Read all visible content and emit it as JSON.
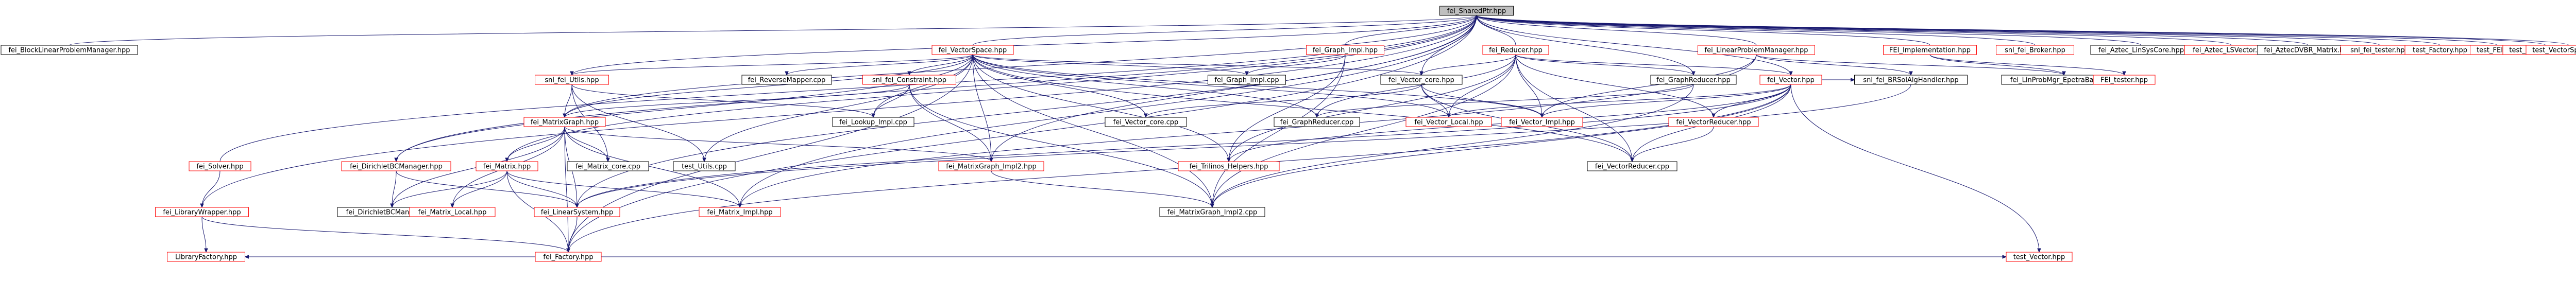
{
  "diagram": {
    "kind": "dependency-graph",
    "colors": {
      "background": "#ffffff",
      "edge": "#191970",
      "default_border": "#000000",
      "external_border": "#ff0000",
      "root_fill": "#bfbfbf",
      "node_fill": "#ffffff",
      "text": "#000000"
    },
    "nodes": [
      {
        "id": "shared",
        "label": "fei_SharedPtr.hpp",
        "root": true,
        "external": false
      },
      {
        "id": "blocklp",
        "label": "fei_BlockLinearProblemManager.hpp",
        "external": false
      },
      {
        "id": "solver",
        "label": "fei_Solver.hpp",
        "external": true
      },
      {
        "id": "libwrap",
        "label": "fei_LibraryWrapper.hpp",
        "external": true
      },
      {
        "id": "libfact",
        "label": "LibraryFactory.hpp",
        "external": true
      },
      {
        "id": "vecspace",
        "label": "fei_VectorSpace.hpp",
        "external": true
      },
      {
        "id": "utils",
        "label": "snl_fei_Utils.hpp",
        "external": true
      },
      {
        "id": "matgraph",
        "label": "fei_MatrixGraph.hpp",
        "external": true
      },
      {
        "id": "dirbc",
        "label": "fei_DirichletBCManager.hpp",
        "external": true
      },
      {
        "id": "dirbccpp",
        "label": "fei_DirichletBCManager.cpp",
        "external": false
      },
      {
        "id": "matrixh",
        "label": "fei_Matrix.hpp",
        "external": true
      },
      {
        "id": "matlocal",
        "label": "fei_Matrix_Local.hpp",
        "external": true
      },
      {
        "id": "linsys",
        "label": "fei_LinearSystem.hpp",
        "external": true
      },
      {
        "id": "factory",
        "label": "fei_Factory.hpp",
        "external": true
      },
      {
        "id": "matcore",
        "label": "fei_Matrix_core.cpp",
        "external": false
      },
      {
        "id": "testutils",
        "label": "test_Utils.cpp",
        "external": false
      },
      {
        "id": "revmap",
        "label": "fei_ReverseMapper.cpp",
        "external": false
      },
      {
        "id": "constraint",
        "label": "snl_fei_Constraint.hpp",
        "external": true
      },
      {
        "id": "lookupimpl",
        "label": "fei_Lookup_Impl.cpp",
        "external": false
      },
      {
        "id": "matimpl",
        "label": "fei_Matrix_Impl.hpp",
        "external": true
      },
      {
        "id": "mgimpl2h",
        "label": "fei_MatrixGraph_Impl2.hpp",
        "external": true
      },
      {
        "id": "mgimpl2c",
        "label": "fei_MatrixGraph_Impl2.cpp",
        "external": false
      },
      {
        "id": "graphimplh",
        "label": "fei_Graph_Impl.hpp",
        "external": true
      },
      {
        "id": "graphimplc",
        "label": "fei_Graph_Impl.cpp",
        "external": false
      },
      {
        "id": "reducer",
        "label": "fei_Reducer.hpp",
        "external": true
      },
      {
        "id": "veccoreh",
        "label": "fei_Vector_core.hpp",
        "external": false
      },
      {
        "id": "veccorec",
        "label": "fei_Vector_core.cpp",
        "external": false
      },
      {
        "id": "graphredc",
        "label": "fei_GraphReducer.cpp",
        "external": false
      },
      {
        "id": "veclocal",
        "label": "fei_Vector_Local.hpp",
        "external": true
      },
      {
        "id": "vecimpl",
        "label": "fei_Vector_Impl.hpp",
        "external": true
      },
      {
        "id": "trilinos",
        "label": "fei_Trilinos_Helpers.hpp",
        "external": true
      },
      {
        "id": "graphredh",
        "label": "fei_GraphReducer.hpp",
        "external": false
      },
      {
        "id": "vectorh",
        "label": "fei_Vector.hpp",
        "external": true
      },
      {
        "id": "vecredh",
        "label": "fei_VectorReducer.hpp",
        "external": true
      },
      {
        "id": "vecredc",
        "label": "fei_VectorReducer.cpp",
        "external": false
      },
      {
        "id": "brsolap",
        "label": "snl_fei_BRSolAlgHandler.hpp",
        "external": false
      },
      {
        "id": "linprobmgr",
        "label": "fei_LinearProblemManager.hpp",
        "external": true
      },
      {
        "id": "feiimpl",
        "label": "FEI_Implementation.hpp",
        "external": true
      },
      {
        "id": "lsc_ep",
        "label": "fei_LinProbMgr_EpetraBasic.hpp",
        "external": false
      },
      {
        "id": "feitester",
        "label": "FEI_tester.hpp",
        "external": true
      },
      {
        "id": "testvec",
        "label": "test_Vector.hpp",
        "external": true
      },
      {
        "id": "snlbroker",
        "label": "snl_fei_Broker.hpp",
        "external": true
      },
      {
        "id": "azlsc",
        "label": "fei_Aztec_LinSysCore.hpp",
        "external": false
      },
      {
        "id": "azlvec",
        "label": "fei_Aztec_LSVector.hpp",
        "external": true
      },
      {
        "id": "azdvbr",
        "label": "fei_AztecDVBR_Matrix.hpp",
        "external": false
      },
      {
        "id": "snltester",
        "label": "snl_fei_tester.hpp",
        "external": true
      },
      {
        "id": "testfactory",
        "label": "test_Factory.hpp",
        "external": true
      },
      {
        "id": "testfei",
        "label": "test_FEI.hpp",
        "external": true
      },
      {
        "id": "testmg",
        "label": "test_MatrixGraph.hpp",
        "external": true
      },
      {
        "id": "testvs",
        "label": "test_VectorSpace.hpp",
        "external": true
      }
    ],
    "edges": [
      [
        "blocklp",
        "shared"
      ],
      [
        "solver",
        "shared"
      ],
      [
        "vecspace",
        "shared"
      ],
      [
        "utils",
        "shared"
      ],
      [
        "matgraph",
        "shared"
      ],
      [
        "dirbc",
        "shared"
      ],
      [
        "matrixh",
        "shared"
      ],
      [
        "linsys",
        "shared"
      ],
      [
        "factory",
        "shared"
      ],
      [
        "libwrap",
        "shared"
      ],
      [
        "graphimplh",
        "shared"
      ],
      [
        "reducer",
        "shared"
      ],
      [
        "linprobmgr",
        "shared"
      ],
      [
        "feiimpl",
        "shared"
      ],
      [
        "snlbroker",
        "shared"
      ],
      [
        "azlsc",
        "shared"
      ],
      [
        "azlvec",
        "shared"
      ],
      [
        "azdvbr",
        "shared"
      ],
      [
        "snltester",
        "shared"
      ],
      [
        "testfactory",
        "shared"
      ],
      [
        "testfei",
        "shared"
      ],
      [
        "testmg",
        "shared"
      ],
      [
        "testvs",
        "shared"
      ],
      [
        "vectorh",
        "shared"
      ],
      [
        "graphredh",
        "shared"
      ],
      [
        "veccoreh",
        "shared"
      ],
      [
        "mgimpl2h",
        "shared"
      ],
      [
        "matimpl",
        "shared"
      ],
      [
        "solver",
        "libwrap"
      ],
      [
        "libwrap",
        "factory"
      ],
      [
        "libwrap",
        "libfact"
      ],
      [
        "factory",
        "libfact"
      ],
      [
        "factory",
        "testvec"
      ],
      [
        "vecspace",
        "utils"
      ],
      [
        "vecspace",
        "matgraph"
      ],
      [
        "vecspace",
        "constraint"
      ],
      [
        "vecspace",
        "revmap"
      ],
      [
        "vecspace",
        "lookupimpl"
      ],
      [
        "vecspace",
        "graphimplc"
      ],
      [
        "vecspace",
        "veccoreh"
      ],
      [
        "vecspace",
        "veccorec"
      ],
      [
        "vecspace",
        "graphredc"
      ],
      [
        "vecspace",
        "veclocal"
      ],
      [
        "vecspace",
        "vecimpl"
      ],
      [
        "vecspace",
        "trilinos"
      ],
      [
        "vecspace",
        "mgimpl2h"
      ],
      [
        "vecspace",
        "mgimpl2c"
      ],
      [
        "vecspace",
        "factory"
      ],
      [
        "vecspace",
        "testutils"
      ],
      [
        "vecspace",
        "dirbc"
      ],
      [
        "vecspace",
        "vecredc"
      ],
      [
        "utils",
        "matgraph"
      ],
      [
        "utils",
        "testutils"
      ],
      [
        "utils",
        "matcore"
      ],
      [
        "utils",
        "lookupimpl"
      ],
      [
        "constraint",
        "matgraph"
      ],
      [
        "constraint",
        "lookupimpl"
      ],
      [
        "constraint",
        "mgimpl2h"
      ],
      [
        "constraint",
        "mgimpl2c"
      ],
      [
        "matgraph",
        "matcore"
      ],
      [
        "matgraph",
        "matrixh"
      ],
      [
        "matgraph",
        "linsys"
      ],
      [
        "matgraph",
        "matimpl"
      ],
      [
        "matgraph",
        "mgimpl2h"
      ],
      [
        "matgraph",
        "matlocal"
      ],
      [
        "matgraph",
        "factory"
      ],
      [
        "matgraph",
        "dirbccpp"
      ],
      [
        "dirbc",
        "dirbccpp"
      ],
      [
        "dirbc",
        "linsys"
      ],
      [
        "matrixh",
        "matlocal"
      ],
      [
        "matrixh",
        "linsys"
      ],
      [
        "matrixh",
        "matimpl"
      ],
      [
        "matrixh",
        "factory"
      ],
      [
        "matrixh",
        "dirbccpp"
      ],
      [
        "linsys",
        "factory"
      ],
      [
        "mgimpl2h",
        "mgimpl2c"
      ],
      [
        "graphimplh",
        "graphimplc"
      ],
      [
        "graphimplh",
        "mgimpl2c"
      ],
      [
        "graphimplh",
        "trilinos"
      ],
      [
        "reducer",
        "veccoreh"
      ],
      [
        "reducer",
        "graphredh"
      ],
      [
        "reducer",
        "vectorh"
      ],
      [
        "reducer",
        "graphredc"
      ],
      [
        "reducer",
        "vecimpl"
      ],
      [
        "reducer",
        "veclocal"
      ],
      [
        "reducer",
        "vecredh"
      ],
      [
        "reducer",
        "vecredc"
      ],
      [
        "reducer",
        "mgimpl2c"
      ],
      [
        "reducer",
        "trilinos"
      ],
      [
        "veccoreh",
        "veccorec"
      ],
      [
        "veccoreh",
        "veclocal"
      ],
      [
        "veccoreh",
        "vecimpl"
      ],
      [
        "veccoreh",
        "vecredc"
      ],
      [
        "graphredh",
        "graphredc"
      ],
      [
        "graphredh",
        "mgimpl2c"
      ],
      [
        "vectorh",
        "vecredh"
      ],
      [
        "vectorh",
        "vecredc"
      ],
      [
        "vectorh",
        "vecimpl"
      ],
      [
        "vectorh",
        "veclocal"
      ],
      [
        "vectorh",
        "linsys"
      ],
      [
        "vectorh",
        "factory"
      ],
      [
        "vectorh",
        "testvec"
      ],
      [
        "vectorh",
        "trilinos"
      ],
      [
        "vectorh",
        "mgimpl2c"
      ],
      [
        "vectorh",
        "brsolap"
      ],
      [
        "vecredh",
        "vecredc"
      ],
      [
        "linprobmgr",
        "lsc_ep"
      ],
      [
        "linprobmgr",
        "brsolap"
      ],
      [
        "linprobmgr",
        "vecimpl"
      ],
      [
        "linprobmgr",
        "matimpl"
      ],
      [
        "feiimpl",
        "feitester"
      ],
      [
        "feiimpl",
        "lsc_ep"
      ],
      [
        "brsolap",
        "linsys"
      ]
    ]
  }
}
